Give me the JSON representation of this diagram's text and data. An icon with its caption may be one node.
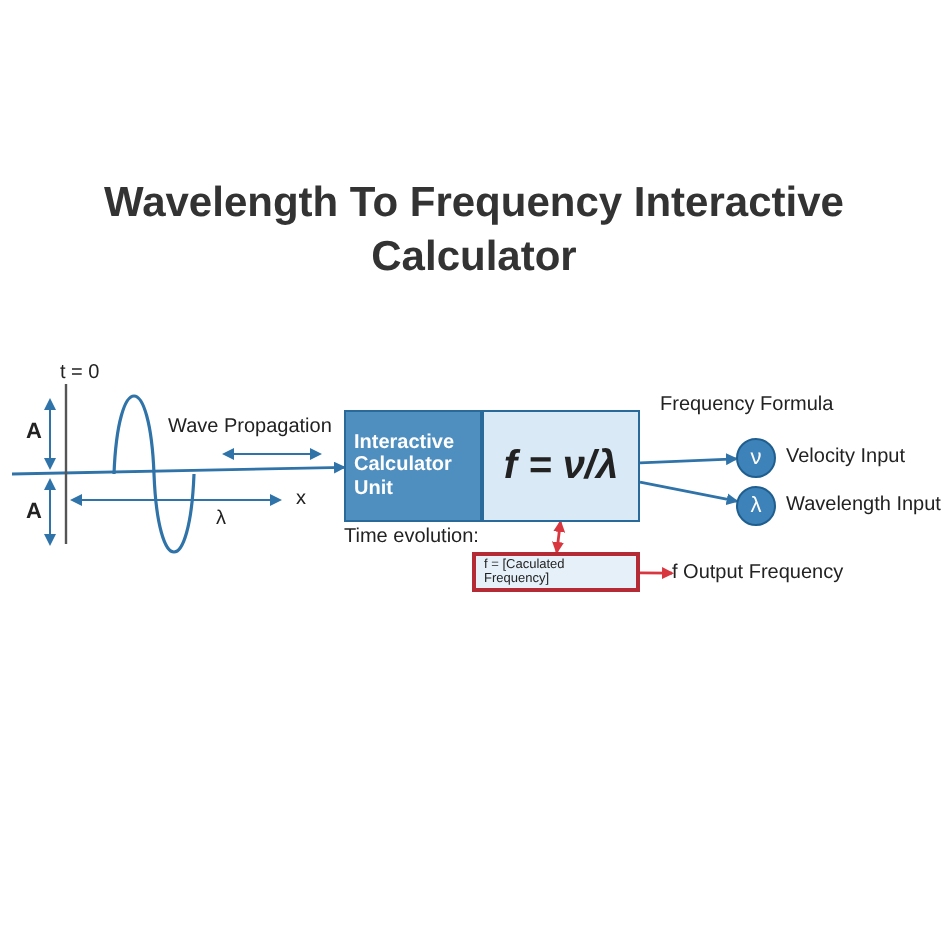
{
  "diagram": {
    "title": "Wavelength To Frequency Interactive Calculator",
    "nodes": [
      {
        "text": [
          "Interactive Calculator Unit"
        ]
      },
      {
        "text": [
          "f = ν/λ"
        ],
        "beside": [
          "Frequency Formula"
        ]
      },
      {
        "text": [
          "ν"
        ],
        "beside": [
          "Velocity Input"
        ]
      },
      {
        "text": [
          "λ"
        ],
        "beside": [
          "Wavelength Input"
        ]
      },
      {
        "text": [
          "f = [Caculated Frequency]"
        ]
      },
      {
        "text": [
          "f Output Frequency"
        ]
      }
    ],
    "edges": [
      {
        "from": null,
        "to": 0,
        "arrow": "to"
      },
      {
        "from": 1,
        "to": 2,
        "arrow": "to"
      },
      {
        "from": 1,
        "to": 3,
        "arrow": "to"
      },
      {
        "from": 1,
        "to": 4,
        "arrow": "both",
        "color": "#d9373f"
      },
      {
        "from": 4,
        "to": 5,
        "arrow": "to",
        "color": "#d9373f"
      }
    ],
    "labels": [
      "t = 0",
      "A",
      "Wave Propagation",
      "x",
      "A",
      "λ",
      "Time evolution:"
    ]
  }
}
